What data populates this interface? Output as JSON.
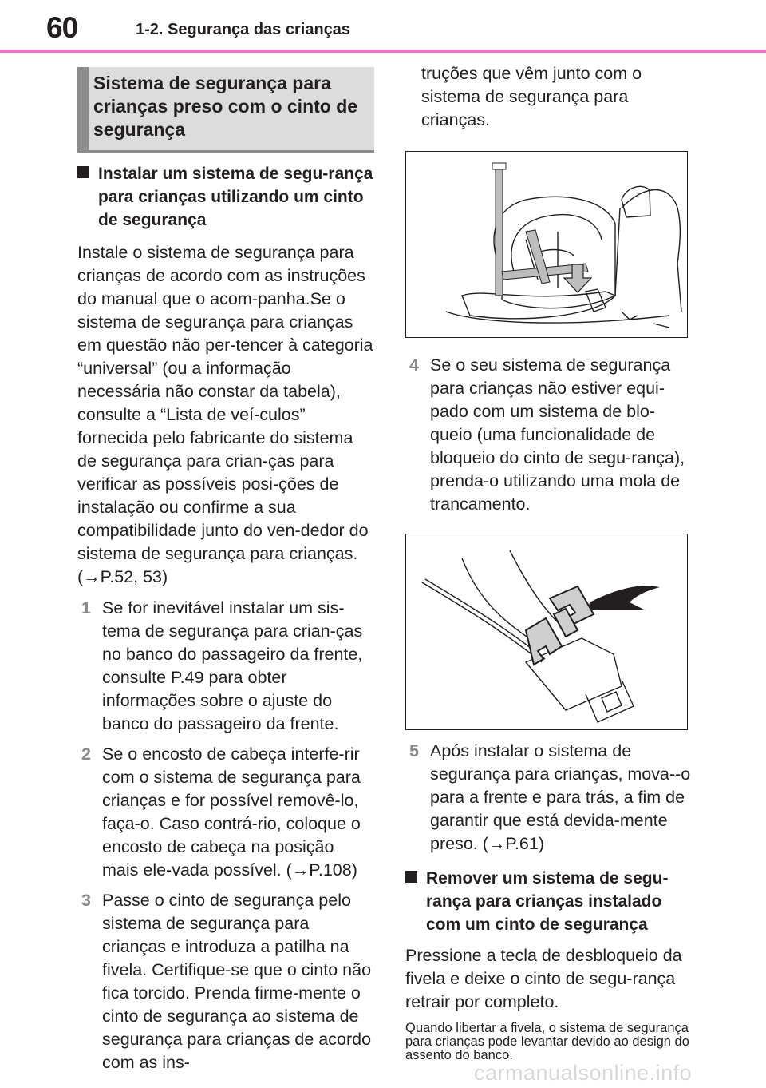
{
  "header": {
    "page_number": "60",
    "section_title": "1-2. Segurança das crianças"
  },
  "box_heading": "Sistema de segurança para crianças preso com o cinto de segurança",
  "install": {
    "heading": "Instalar um sistema de segu-rança para crianças utilizando um cinto de segurança",
    "intro": "Instale o sistema de segurança para crianças de acordo com as instruções do manual que o acom-panha.Se o sistema de segurança para crianças em questão não per-tencer à categoria “universal” (ou a informação necessária não constar da tabela), consulte a “Lista de veí-culos” fornecida pelo fabricante do sistema de segurança para crian-ças para verificar as possíveis posi-ções de instalação ou confirme a sua compatibilidade junto do ven-dedor do sistema de segurança para crianças. (→P.52, 53)",
    "steps": [
      {
        "num": "1",
        "text": "Se for inevitável instalar um sis-tema de segurança para crian-ças no banco do passageiro da frente, consulte P.49 para obter informações sobre o ajuste do banco do passageiro da frente."
      },
      {
        "num": "2",
        "text": "Se o encosto de cabeça interfe-rir com o sistema de segurança para crianças e for possível removê-lo, faça-o. Caso contrá-rio, coloque o encosto de cabeça na posição mais ele-vada possível. (→P.108)"
      },
      {
        "num": "3",
        "text": "Passe o cinto de segurança pelo sistema de segurança para crianças e introduza a patilha na fivela. Certifique-se que o cinto não fica torcido. Prenda firme-mente o cinto de segurança ao sistema de segurança para crianças de acordo com as ins-"
      },
      {
        "num": "4",
        "text": "Se o seu sistema de segurança para crianças não estiver equi-pado com um sistema de blo-queio (uma funcionalidade de bloqueio do cinto de segu-rança), prenda-o utilizando uma mola de trancamento."
      },
      {
        "num": "5",
        "text": "Após instalar o sistema de segurança para crianças, mova--o para a frente e para trás, a fim de garantir que está devida-mente preso. (→P.61)"
      }
    ],
    "step3_continued": "truções que vêm junto com o sistema de segurança para crianças."
  },
  "remove": {
    "heading": "Remover um sistema de segu-rança para crianças instalado com um cinto de segurança",
    "text": "Pressione a tecla de desbloqueio da fivela e deixe o cinto de segu-rança retrair por completo.",
    "note": "Quando libertar a fivela, o sistema de segurança para crianças pode levantar devido ao design do assento do banco."
  },
  "watermark": "carmanualsonline.info",
  "colors": {
    "header_rule": "#e874c6",
    "box_background": "#dcdcdc",
    "box_border": "#8c8c8c",
    "step_number": "#8a8a8a"
  }
}
